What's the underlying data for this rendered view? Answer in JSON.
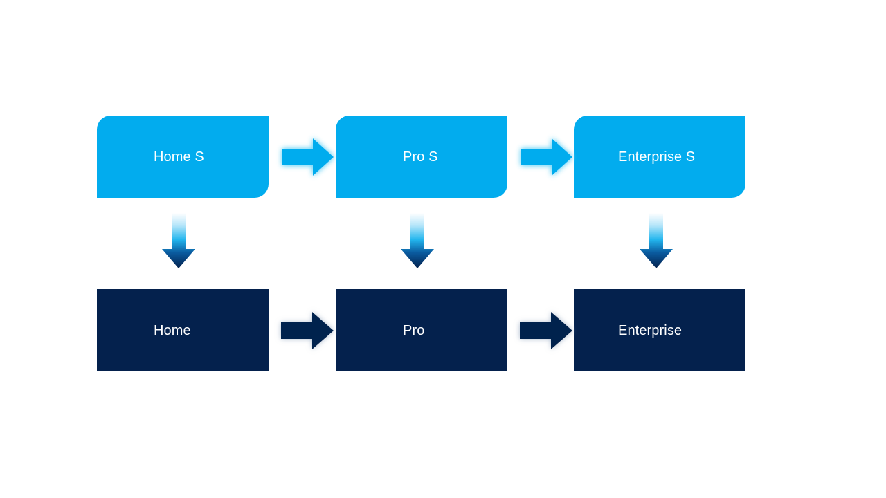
{
  "diagram": {
    "type": "flow",
    "background_color": "#FFFFFF",
    "palette": {
      "tier_accent": "#02ACEE",
      "tier_base": "#04214D",
      "label_color": "#FFFFFF",
      "glow_cyan": "#7FD9F7",
      "glow_navy": "#B9C4D4"
    },
    "top_row": {
      "style_note": "cyan rounded-diagonal boxes",
      "nodes": [
        {
          "id": "home-s",
          "label": "Home S"
        },
        {
          "id": "pro-s",
          "label": "Pro S"
        },
        {
          "id": "enterprise-s",
          "label": "Enterprise S"
        }
      ],
      "connectors": [
        {
          "id": "top-arrow-1",
          "icon": "arrow-right-icon",
          "from": "home-s",
          "to": "pro-s"
        },
        {
          "id": "top-arrow-2",
          "icon": "arrow-right-icon",
          "from": "pro-s",
          "to": "enterprise-s"
        }
      ]
    },
    "bottom_row": {
      "style_note": "dark navy square boxes",
      "nodes": [
        {
          "id": "home",
          "label": "Home"
        },
        {
          "id": "pro",
          "label": "Pro"
        },
        {
          "id": "enterprise",
          "label": "Enterprise"
        }
      ],
      "connectors": [
        {
          "id": "bottom-arrow-1",
          "icon": "arrow-right-icon",
          "from": "home",
          "to": "pro"
        },
        {
          "id": "bottom-arrow-2",
          "icon": "arrow-right-icon",
          "from": "pro",
          "to": "enterprise"
        }
      ]
    },
    "vertical_connectors": [
      {
        "id": "down-arrow-1",
        "icon": "arrow-down-icon",
        "from": "home-s",
        "to": "home"
      },
      {
        "id": "down-arrow-2",
        "icon": "arrow-down-icon",
        "from": "pro-s",
        "to": "pro"
      },
      {
        "id": "down-arrow-3",
        "icon": "arrow-down-icon",
        "from": "enterprise-s",
        "to": "enterprise"
      }
    ]
  }
}
